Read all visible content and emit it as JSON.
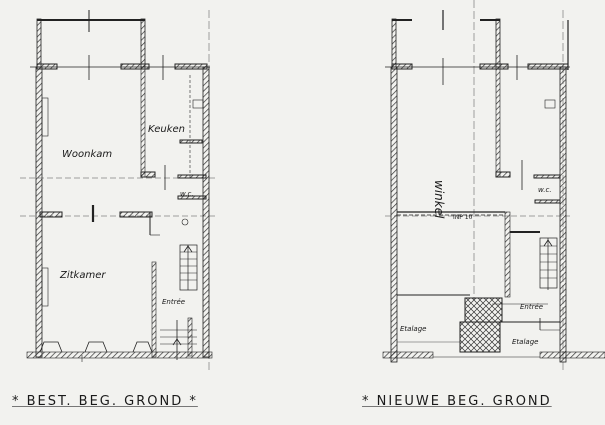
{
  "drawing": {
    "type": "architectural floor plan",
    "colors": {
      "paper": "#f2f2ef",
      "ink": "#1a1a1a",
      "hatch": "#444444"
    }
  },
  "plans": [
    {
      "id": "existing",
      "title": "* BEST. BEG. GROND *",
      "rooms": {
        "keuken": "Keuken",
        "woonkamer": "Woonkam",
        "wc": "w.c.",
        "zitkamer": "Zitkamer",
        "entree": "Entrée"
      }
    },
    {
      "id": "new",
      "title": "* NIEUWE BEG. GROND",
      "rooms": {
        "winkel": "winkel",
        "beam": "INP 10",
        "wc": "w.c.",
        "etalage_left": "Etalage",
        "entree": "Entrée",
        "etalage_right": "Etalage"
      }
    }
  ]
}
